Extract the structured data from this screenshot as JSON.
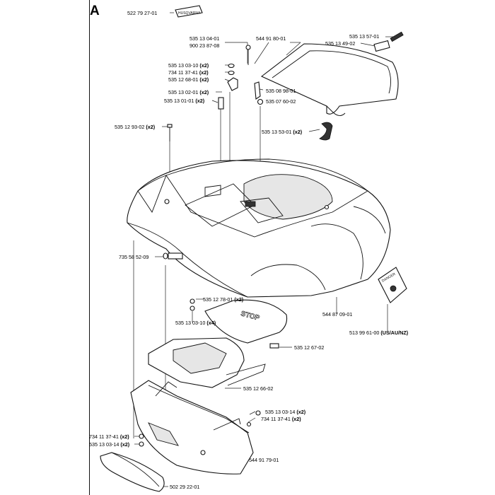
{
  "section_letter": "A",
  "labels": {
    "p52279": "522 79 27-01",
    "p53513_0401": "535 13 04-01",
    "p90023": "900 23 87-08",
    "p54491_8001": "544 91 80-01",
    "p53513_5701": "535 13 57-01",
    "p53513_4902": "535 13 49-02",
    "p53513_0310": "535 13 03-10",
    "p73411_3741": "734 11 37-41",
    "p53512_6801": "535 12 68-01",
    "p53508_9801": "535 08 98-01",
    "p53513_0201": "535 13 02-01",
    "p53507_6002": "535 07 60-02",
    "p53513_0101": "535 13 01-01",
    "p53512_9302": "535 12 93-02",
    "p53513_5301": "535 13 53-01",
    "p73558": "735 58 52-09",
    "p54487": "544 87 09-01",
    "p51399": "513 99 61-00",
    "p53512_7801": "535 12 78-01",
    "p53513_0310b": "535 13 03-10",
    "p53512_6702": "535 12 67-02",
    "p53512_6602": "535 12 66-02",
    "p53513_0314": "535 13 03-14",
    "p73411_3741b": "734 11 37-41",
    "p73411_3741c": "734 11 37-41",
    "p53513_0314b": "535 13 03-14",
    "p54491_7901": "544 91 79-01",
    "p50229": "502 29 22-01"
  },
  "qty": {
    "x2": "(x2)",
    "x4": "(x4)",
    "region": "(US/AU/NZ)"
  },
  "parts_art": {
    "stop_text": "STOP",
    "danger_text": "DANGER",
    "brand_plate": "HUSQVARNA"
  }
}
